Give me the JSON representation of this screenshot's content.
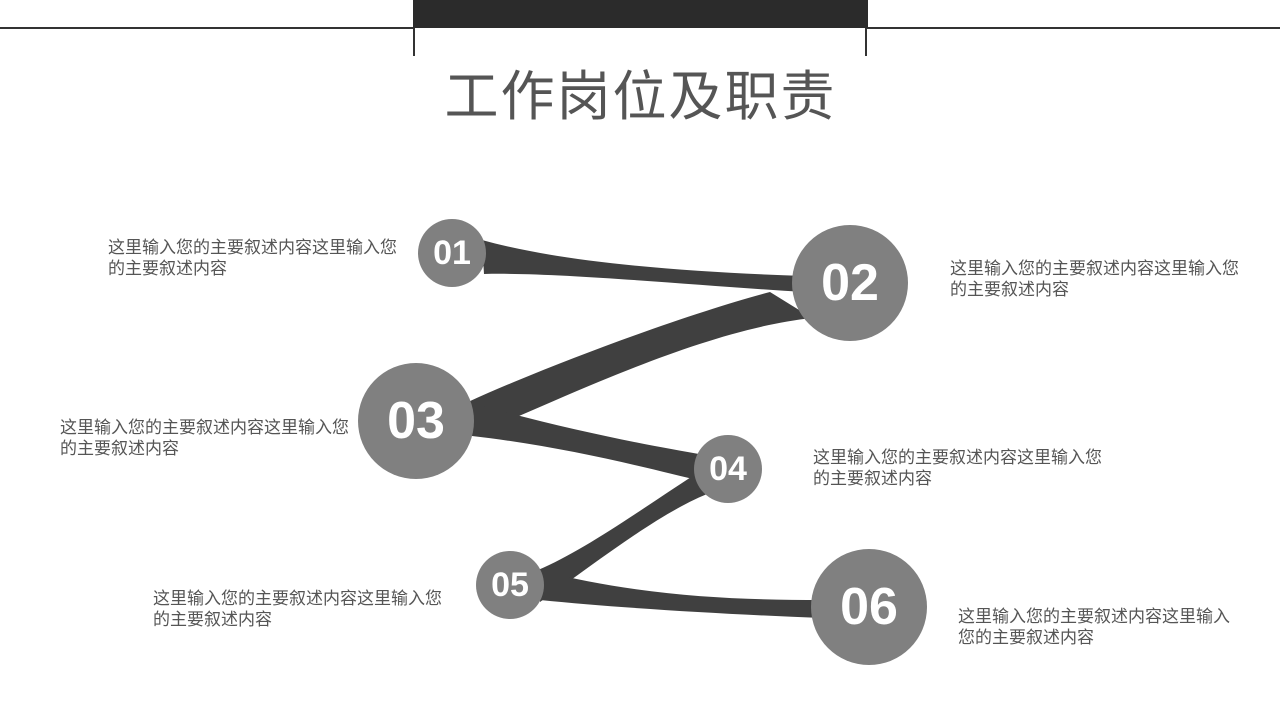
{
  "title": "工作岗位及职责",
  "colors": {
    "circle": "#808080",
    "connector": "#404040",
    "text": "#555555"
  },
  "steps": [
    {
      "num": "01",
      "text": "这里输入您的主要叙述内容这里输入您的主要叙述内容"
    },
    {
      "num": "02",
      "text": "这里输入您的主要叙述内容这里输入您的主要叙述内容"
    },
    {
      "num": "03",
      "text": "这里输入您的主要叙述内容这里输入您的主要叙述内容"
    },
    {
      "num": "04",
      "text": "这里输入您的主要叙述内容这里输入您的主要叙述内容"
    },
    {
      "num": "05",
      "text": "这里输入您的主要叙述内容这里输入您的主要叙述内容"
    },
    {
      "num": "06",
      "text": "这里输入您的主要叙述内容这里输入您的主要叙述内容"
    }
  ]
}
